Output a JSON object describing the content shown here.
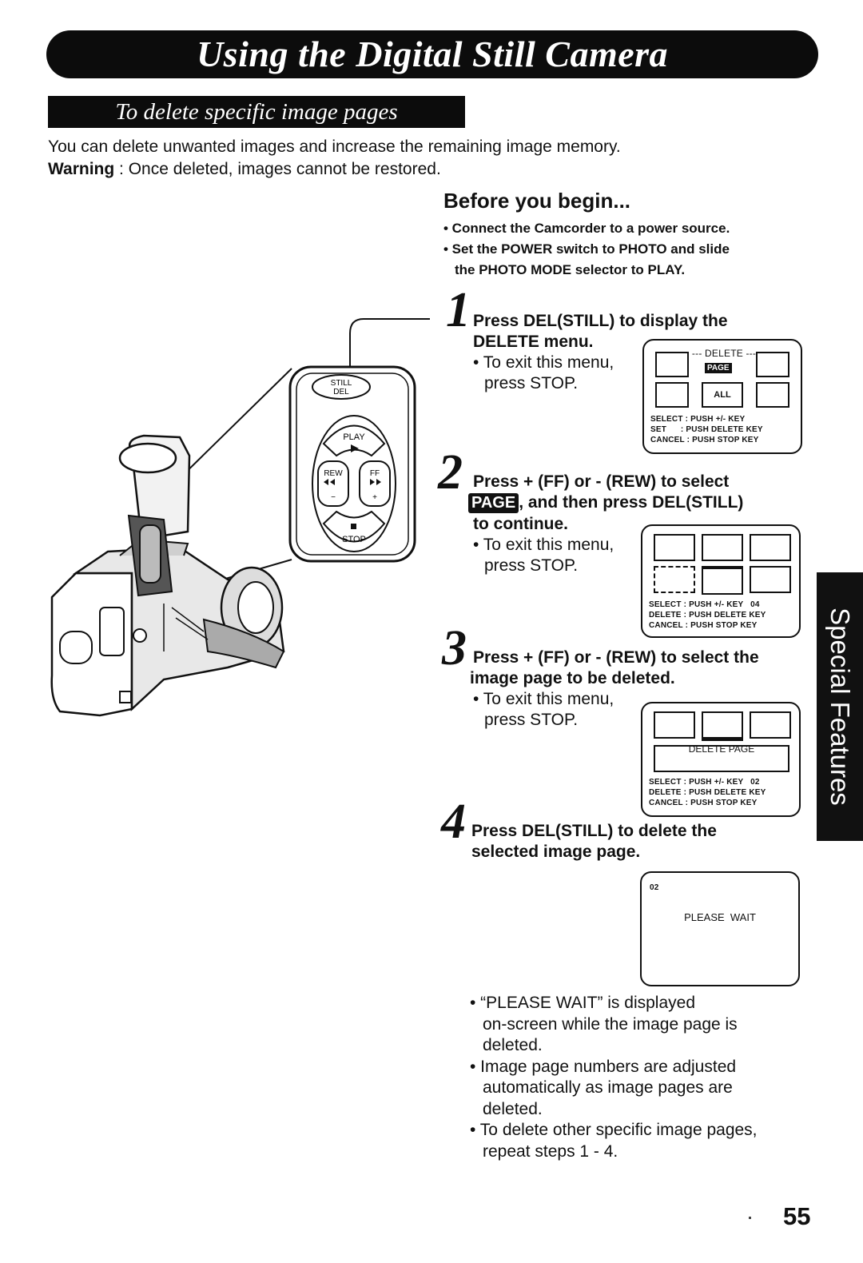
{
  "title": "Using the Digital Still Camera",
  "section": "To delete specific image pages",
  "intro": {
    "line1": "You can delete unwanted images and increase the remaining image memory.",
    "warning_label": "Warning",
    "warning_text": " : Once deleted, images cannot be restored."
  },
  "before": {
    "title": "Before you begin...",
    "items": [
      "• Connect the Camcorder to a power source.",
      "• Set the POWER switch to PHOTO and slide",
      "the PHOTO MODE selector to PLAY."
    ]
  },
  "camera": {
    "still": "STILL",
    "del": "DEL",
    "play": "PLAY",
    "rew": "REW",
    "ff": "FF",
    "stop": "STOP",
    "minus": "−",
    "plus": "+"
  },
  "steps": [
    {
      "num": "1",
      "line1": "Press DEL(STILL) to display the",
      "line2": "DELETE menu.",
      "note1": "• To exit this menu,",
      "note2": "press STOP.",
      "screen": {
        "delete_label": "--- DELETE ---",
        "page_label": "PAGE",
        "all_label": "ALL",
        "lines": [
          "SELECT : PUSH +/- KEY",
          "SET      : PUSH DELETE KEY",
          "CANCEL : PUSH STOP KEY"
        ]
      }
    },
    {
      "num": "2",
      "line1": "Press + (FF) or - (REW) to select",
      "chip": "PAGE",
      "line2": ", and then press DEL(STILL)",
      "line3": "to continue.",
      "note1": "• To exit this menu,",
      "note2": "press STOP.",
      "screen": {
        "lines": [
          "SELECT : PUSH +/- KEY   04",
          "DELETE : PUSH DELETE KEY",
          "CANCEL : PUSH STOP KEY"
        ]
      }
    },
    {
      "num": "3",
      "line1": "Press + (FF) or - (REW) to select the",
      "line2": "image page to be deleted.",
      "note1": "• To exit this menu,",
      "note2": "press STOP.",
      "screen": {
        "delete_page": "DELETE PAGE",
        "lines": [
          "SELECT : PUSH +/- KEY   02",
          "DELETE : PUSH DELETE KEY",
          "CANCEL : PUSH STOP KEY"
        ]
      }
    },
    {
      "num": "4",
      "line1": "Press DEL(STILL) to delete the",
      "line2": "selected image page.",
      "screen": {
        "page_no": "02",
        "message": "PLEASE  WAIT"
      }
    }
  ],
  "bullets": [
    "• “PLEASE WAIT” is displayed",
    "on-screen while the image page is",
    "deleted.",
    "• Image page numbers are adjusted",
    "automatically as image pages are",
    "deleted.",
    "• To delete other specific image pages,",
    "repeat steps 1 - 4."
  ],
  "side_tab": "Special Features",
  "page_number": "55"
}
